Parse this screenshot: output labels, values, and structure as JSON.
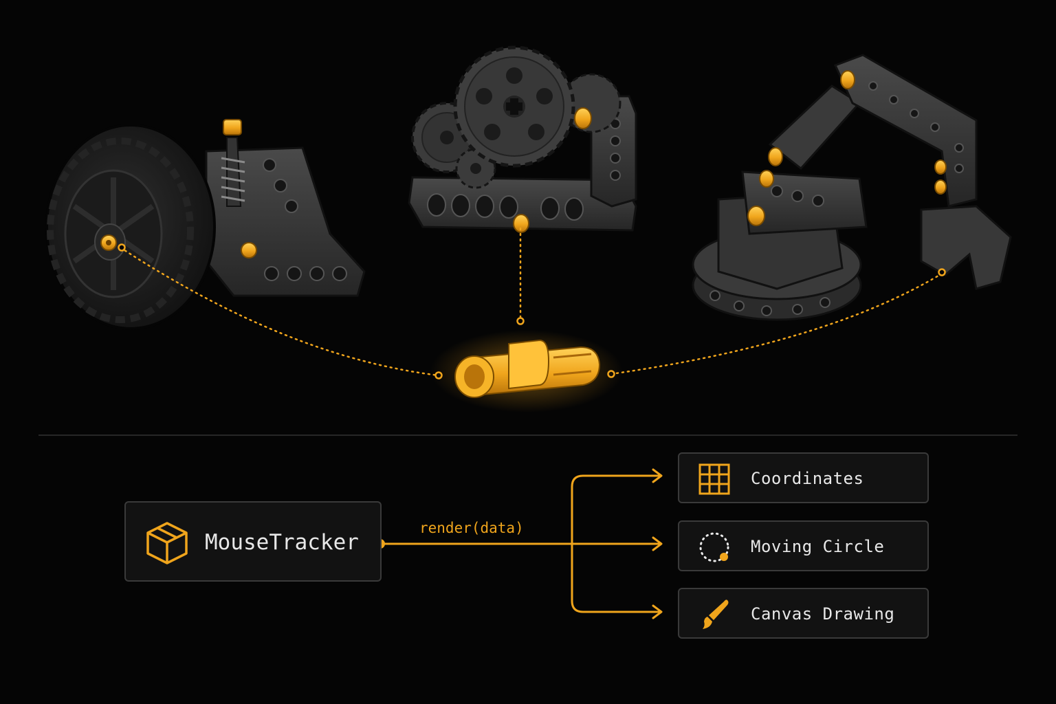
{
  "colors": {
    "background": "#050505",
    "accent": "#f0a51c",
    "brick_dark": "#2a2a2a",
    "brick_mid": "#3d3d3d",
    "node_border": "#3a3a3a",
    "text": "#e8e8e8"
  },
  "illustrations": {
    "left": {
      "icon": "wheel-suspension-icon"
    },
    "middle": {
      "icon": "gear-assembly-icon"
    },
    "right": {
      "icon": "robot-arm-icon"
    },
    "center": {
      "icon": "connector-pin-icon"
    }
  },
  "diagram": {
    "source": {
      "label": "MouseTracker",
      "icon": "cube-icon"
    },
    "edge_label": "render(data)",
    "outputs": [
      {
        "label": "Coordinates",
        "icon": "grid-icon"
      },
      {
        "label": "Moving Circle",
        "icon": "dotted-circle-icon"
      },
      {
        "label": "Canvas Drawing",
        "icon": "paintbrush-icon"
      }
    ]
  }
}
